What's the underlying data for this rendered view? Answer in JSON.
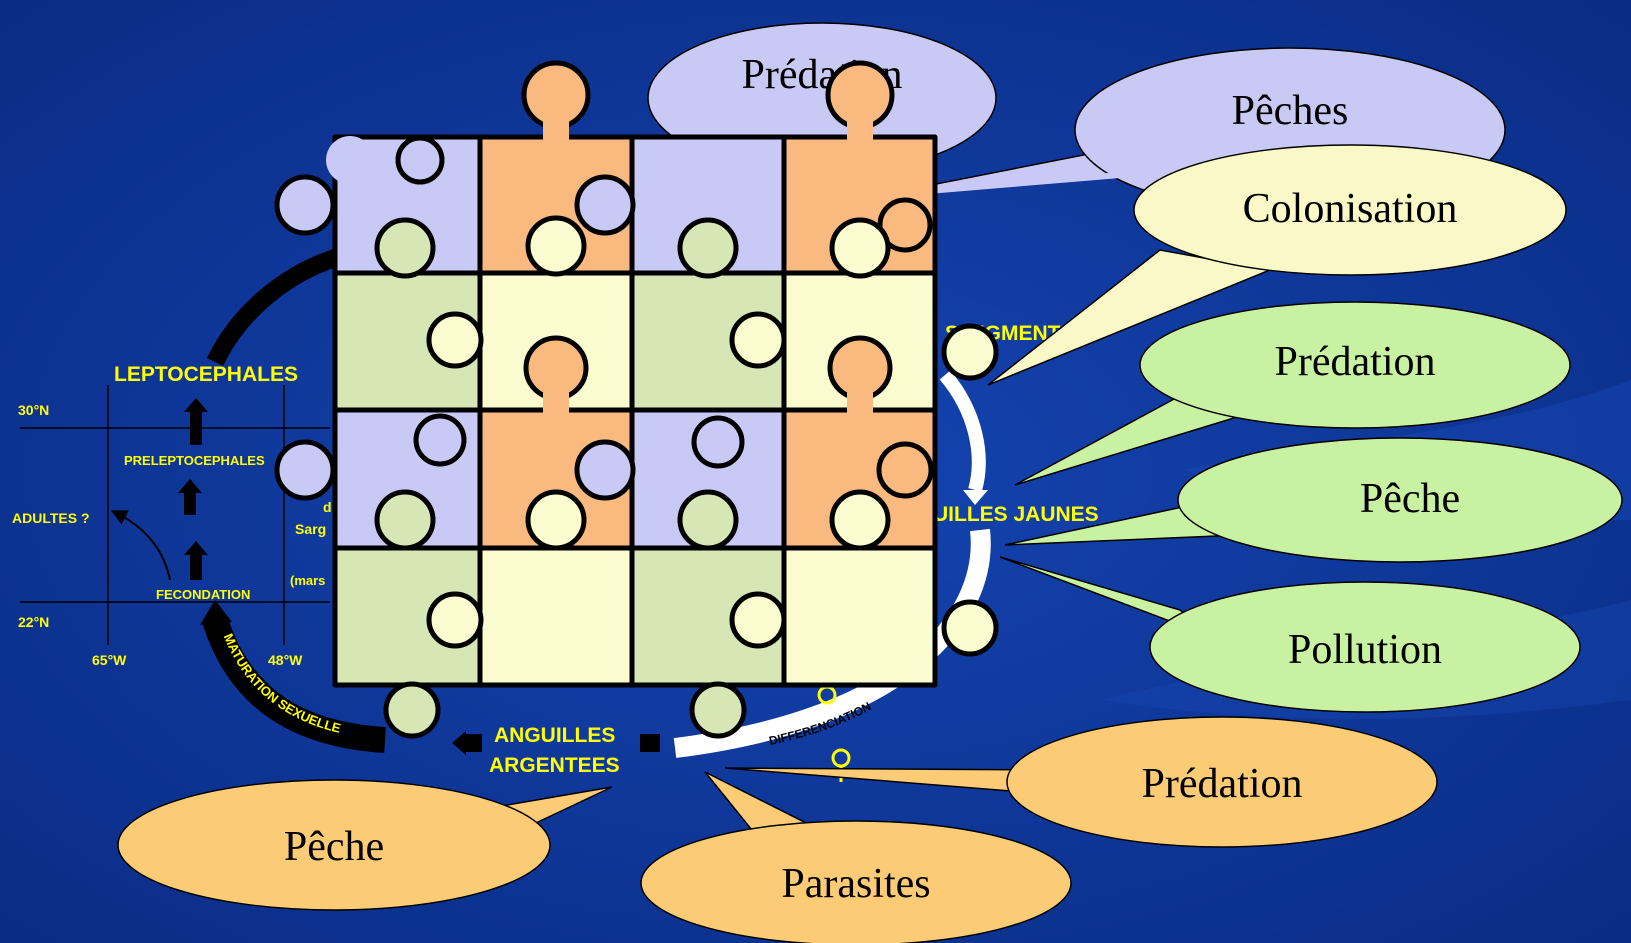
{
  "colors": {
    "background": "#0b2f8f",
    "purple_piece": "#c9c9f5",
    "orange_piece": "#f9b97f",
    "green_piece": "#d6e6b4",
    "yellow_piece": "#fbfbd0",
    "bubble_purple": "#c9c9f5",
    "bubble_yellow": "#fbf8c8",
    "bubble_green": "#c8f2a2",
    "bubble_orange": "#fccb75",
    "label_yellow": "#ffff00",
    "label_white": "#ffffff"
  },
  "cycle": {
    "leptocephales": "LEPTOCEPHALES",
    "preleptocephales": "PRELEPTOCEPHALES",
    "adultes": "ADULTES ?",
    "fecondation": "FECONDATION",
    "maturation": "MATURATION SEXUELLE",
    "anguilles": "ANGUILLES",
    "argentees": "ARGENTEES",
    "pigmentees": "S PIGMENTEE",
    "jaunes": "UILLES JAUNES",
    "differenciation": "DIFFERENCIATION",
    "lat_30": "30°N",
    "lat_22": "22°N",
    "lon_65": "65°W",
    "lon_48": "48°W",
    "sarg": "Sarg",
    "d": "d",
    "mars": "(mars"
  },
  "bubbles": {
    "predation_top": "Prédation",
    "peches_top": "Pêches",
    "colonisation": "Colonisation",
    "predation_green": "Prédation",
    "peche_green": "Pêche",
    "pollution": "Pollution",
    "predation_orange": "Prédation",
    "peche_orange": "Pêche",
    "parasites": "Parasites"
  }
}
